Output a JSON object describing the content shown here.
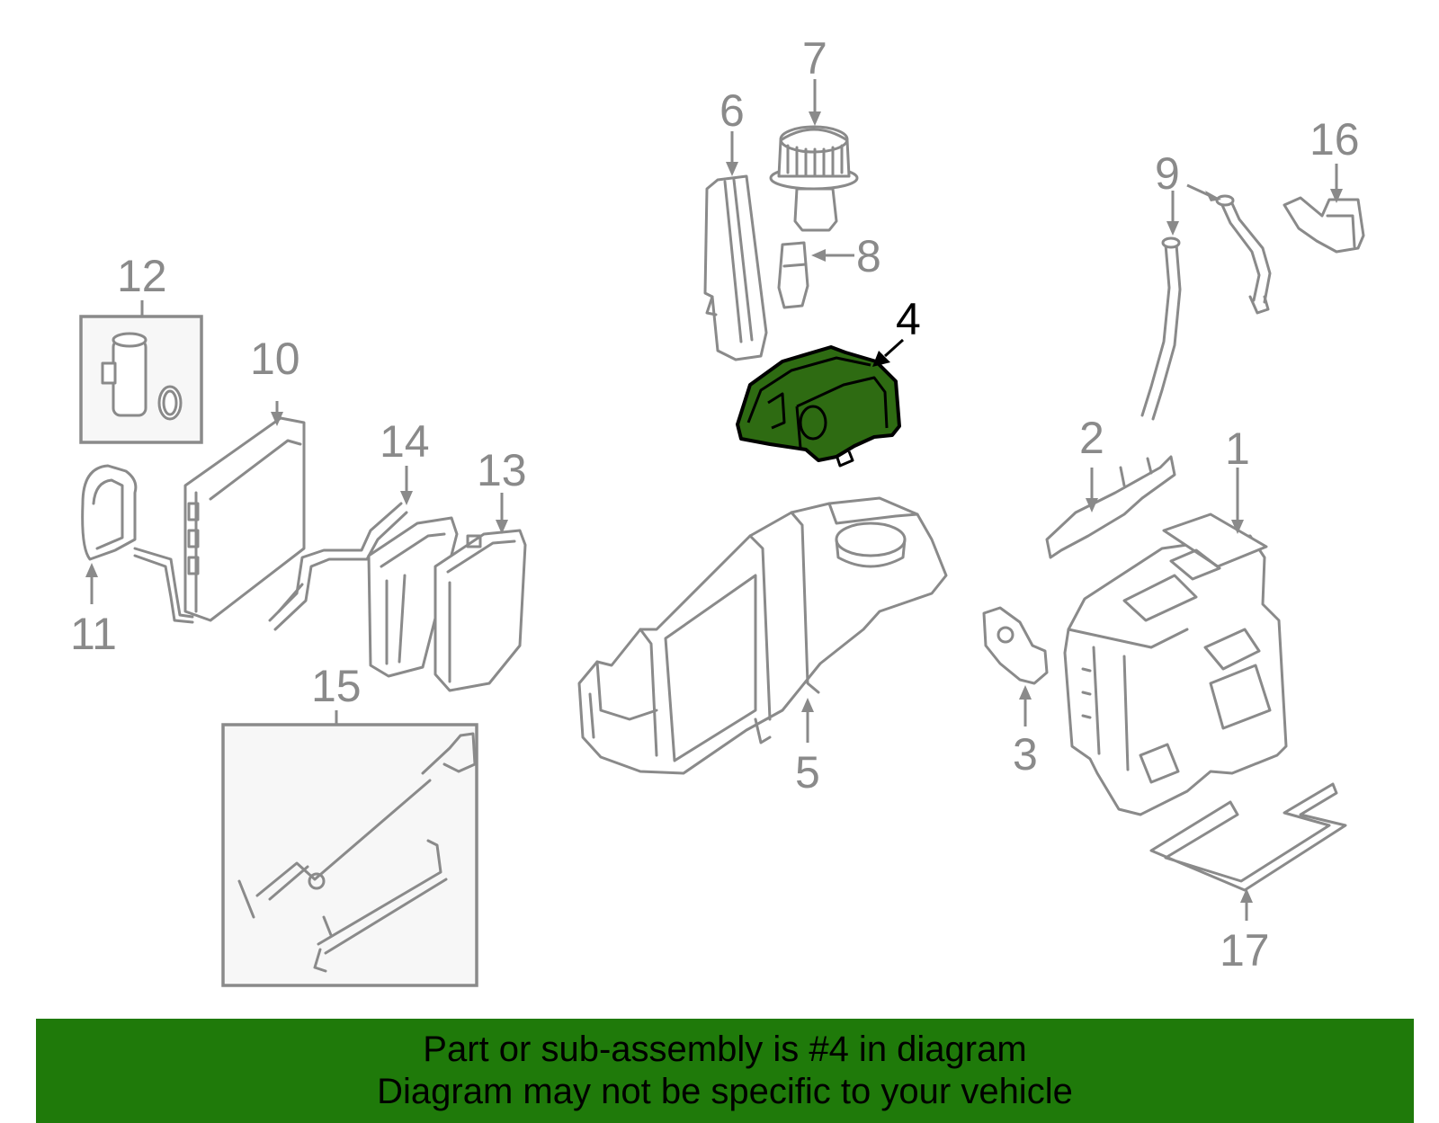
{
  "callouts": {
    "c1": "1",
    "c2": "2",
    "c3": "3",
    "c4": "4",
    "c5": "5",
    "c6": "6",
    "c7": "7",
    "c8": "8",
    "c9": "9",
    "c10": "10",
    "c11": "11",
    "c12": "12",
    "c13": "13",
    "c14": "14",
    "c15": "15",
    "c16": "16",
    "c17": "17"
  },
  "highlighted_part": "4",
  "colors": {
    "highlight": "#2e6b12",
    "banner": "#1f7a0a",
    "linework": "#8a8a8a"
  },
  "banner": {
    "line1": "Part or sub-assembly is #4 in diagram",
    "line2": "Diagram may not be specific to your vehicle"
  }
}
